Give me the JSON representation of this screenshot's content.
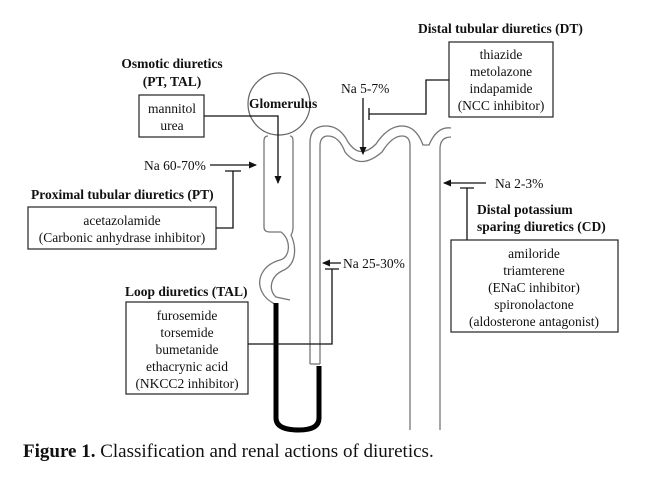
{
  "figure": {
    "caption_label": "Figure 1.",
    "caption_text": " Classification and renal actions of diuretics.",
    "structures": {
      "glomerulus": "Glomerulus"
    },
    "sodium": {
      "pt": "Na 60-70%",
      "tal": "Na 25-30%",
      "dt": "Na 5-7%",
      "cd": "Na 2-3%"
    },
    "groups": {
      "osmotic": {
        "title_lines": [
          "Osmotic diuretics",
          "(PT, TAL)"
        ],
        "drugs": [
          "mannitol",
          "urea"
        ]
      },
      "proximal": {
        "title_lines": [
          "Proximal tubular diuretics (PT)"
        ],
        "drugs": [
          "acetazolamide",
          "(Carbonic anhydrase inhibitor)"
        ]
      },
      "loop": {
        "title_lines": [
          "Loop diuretics (TAL)"
        ],
        "drugs": [
          "furosemide",
          "torsemide",
          "bumetanide",
          "ethacrynic acid",
          "(NKCC2 inhibitor)"
        ]
      },
      "distal": {
        "title_lines": [
          "Distal tubular diuretics (DT)"
        ],
        "drugs": [
          "thiazide",
          "metolazone",
          "indapamide",
          "(NCC inhibitor)"
        ]
      },
      "potassium_sparing": {
        "title_lines": [
          "Distal potassium",
          "sparing diuretics (CD)"
        ],
        "drugs": [
          "amiloride",
          "triamterene",
          "(ENaC inhibitor)",
          "spironolactone",
          "(aldosterone antagonist)"
        ]
      }
    }
  }
}
